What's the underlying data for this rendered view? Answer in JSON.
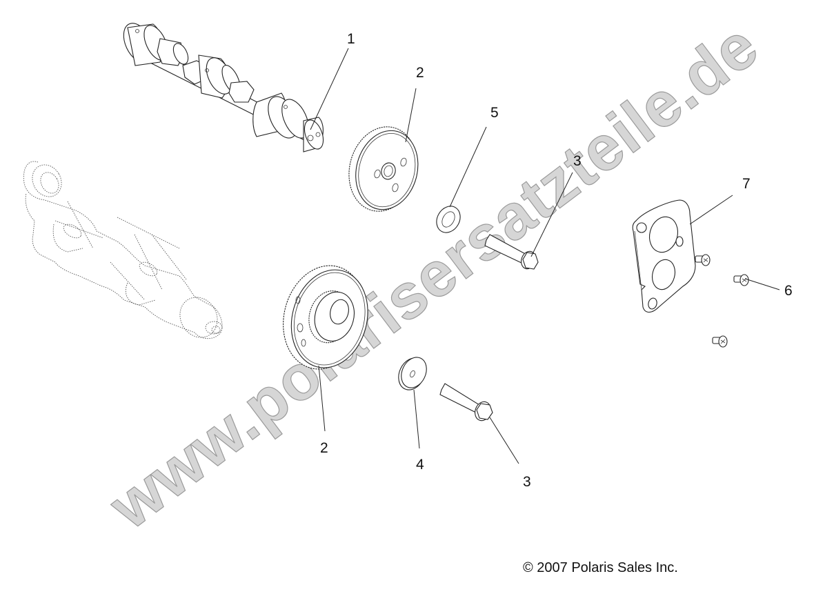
{
  "diagram": {
    "type": "exploded parts diagram",
    "watermark": "www.polarisersatzteile.de",
    "copyright": "© 2007 Polaris Sales Inc.",
    "callouts": [
      {
        "id": "c1",
        "label": "1",
        "part": "camshaft"
      },
      {
        "id": "c2a",
        "label": "2",
        "part": "upper gear"
      },
      {
        "id": "c2b",
        "label": "2",
        "part": "lower gear with pinion"
      },
      {
        "id": "c3a",
        "label": "3",
        "part": "upper flange bolt"
      },
      {
        "id": "c3b",
        "label": "3",
        "part": "lower flange bolt"
      },
      {
        "id": "c4",
        "label": "4",
        "part": "thick washer"
      },
      {
        "id": "c5",
        "label": "5",
        "part": "thin washer"
      },
      {
        "id": "c6",
        "label": "6",
        "part": "phillips screws"
      },
      {
        "id": "c7",
        "label": "7",
        "part": "retainer plate"
      }
    ],
    "reference_part": "cylinder head (dashed ghost outline, no callout)"
  }
}
